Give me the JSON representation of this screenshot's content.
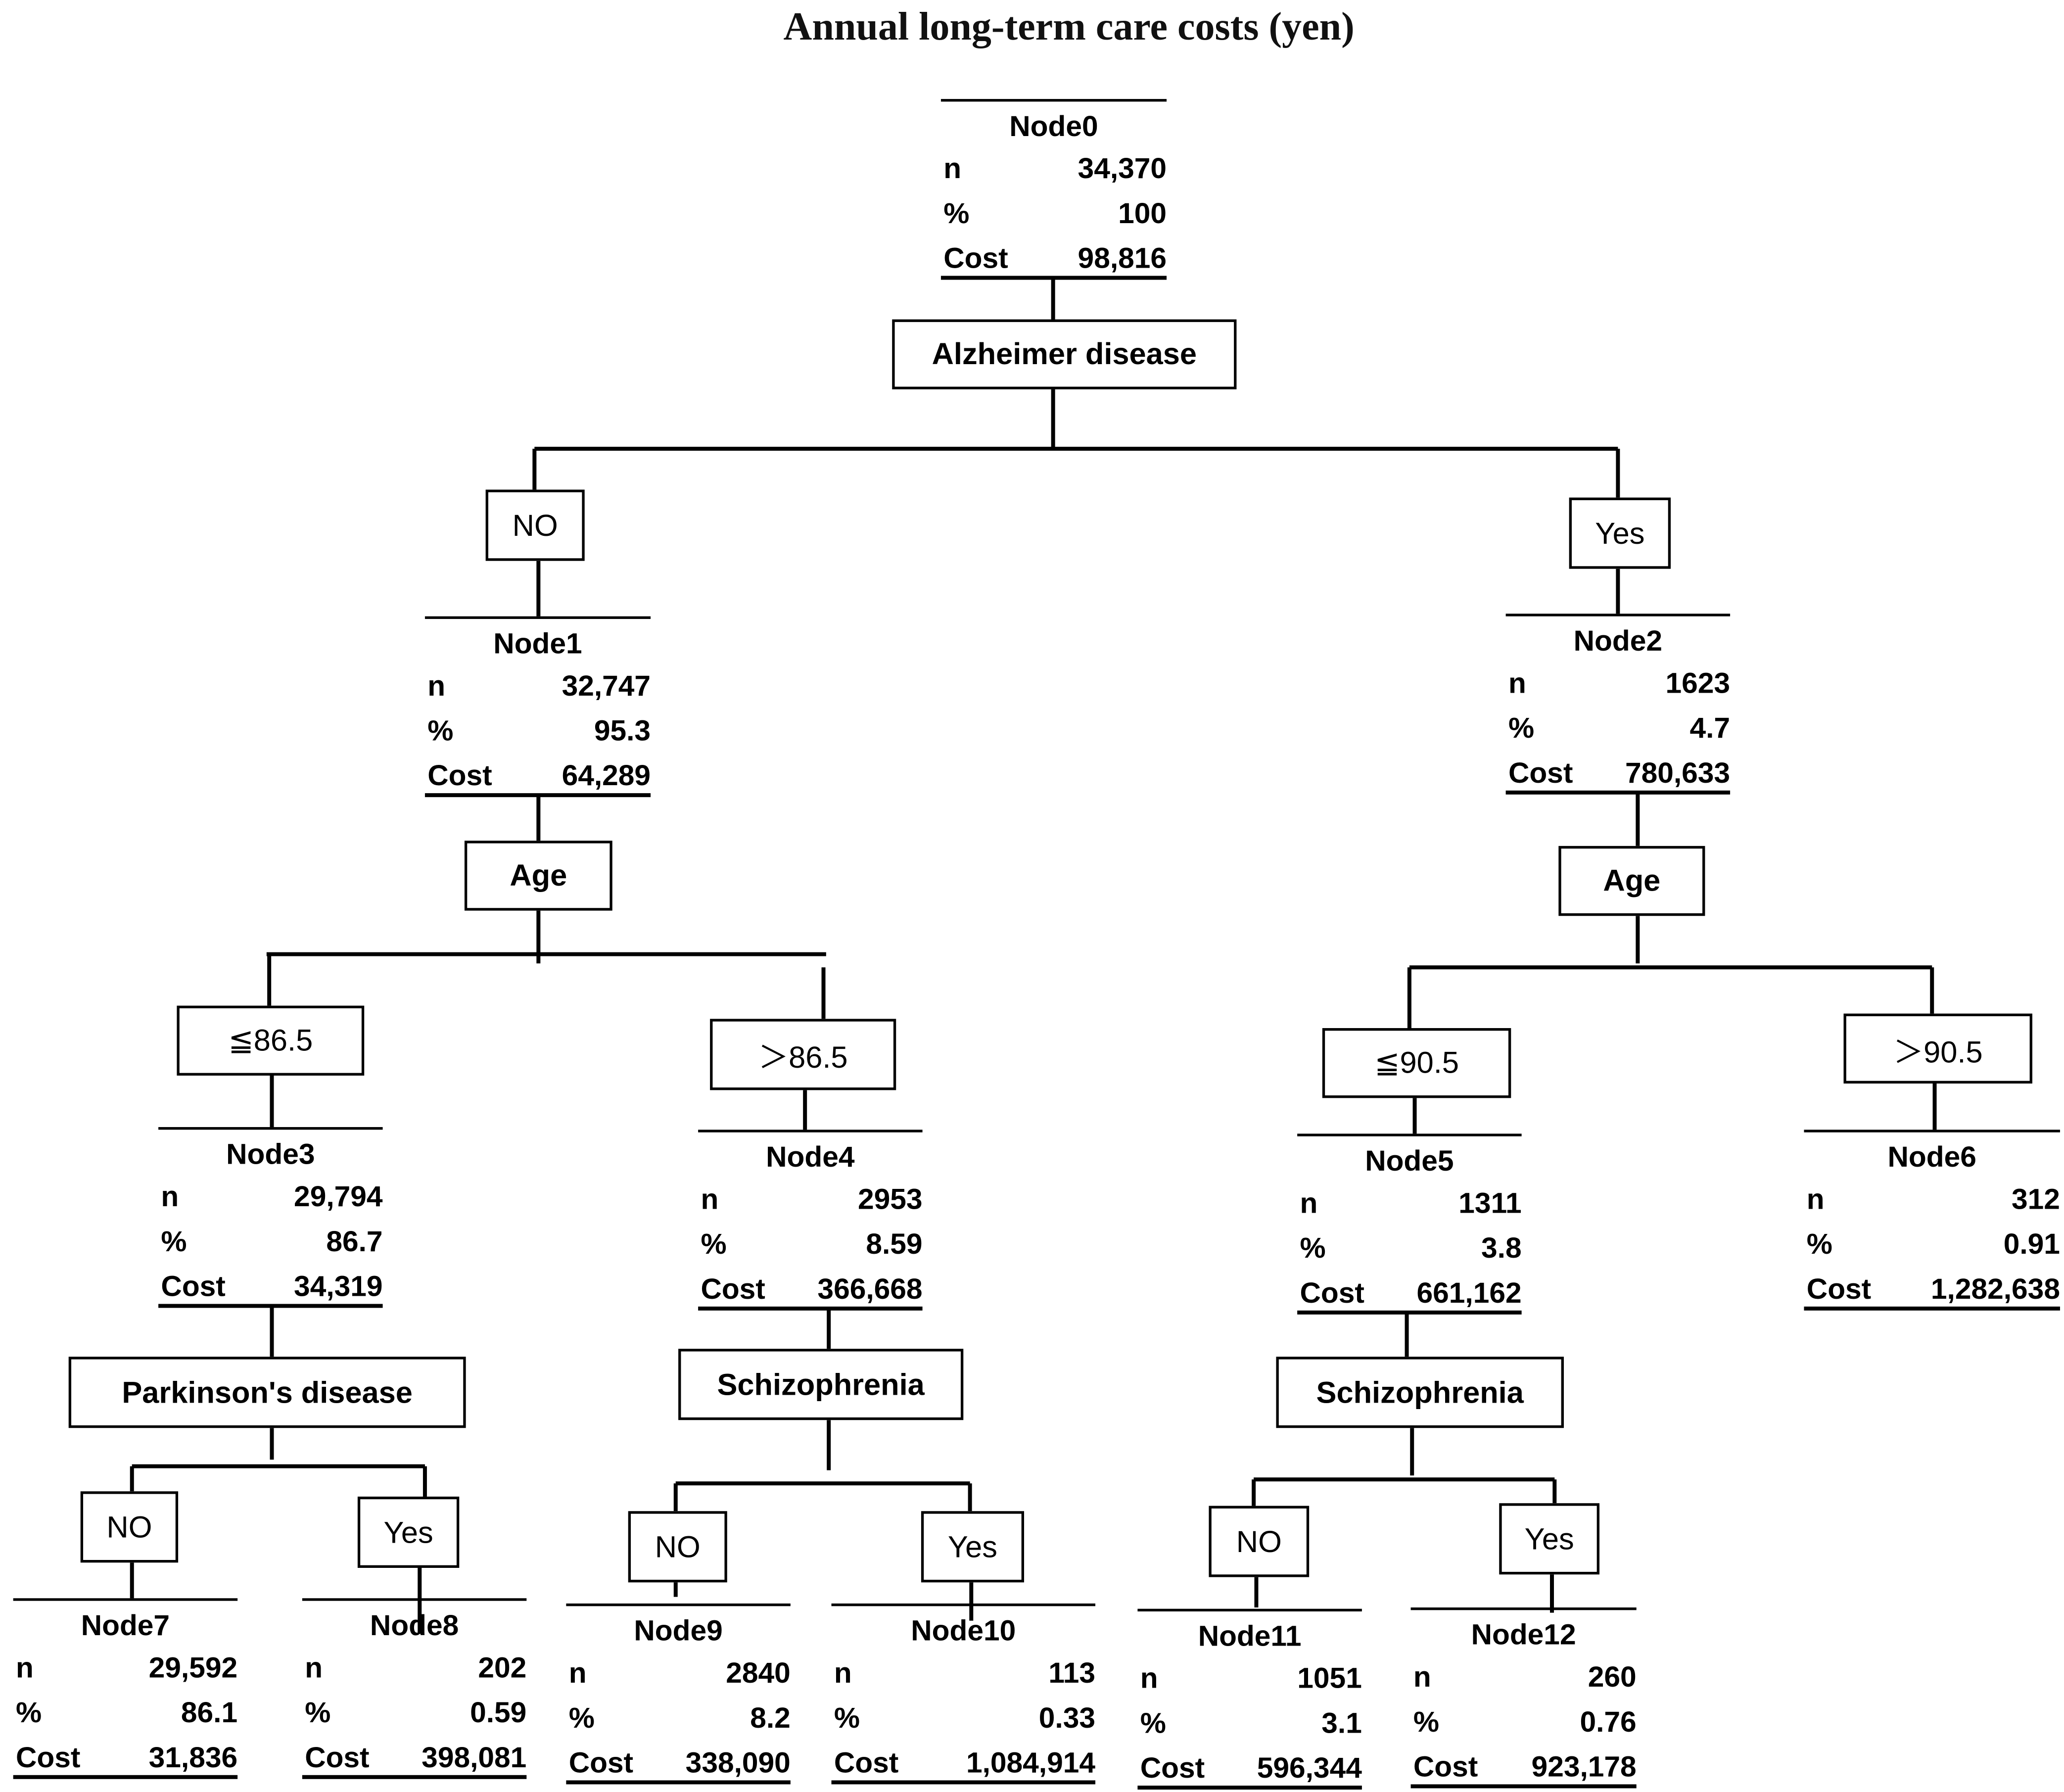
{
  "title": "Annual long-term care costs (yen)",
  "row_labels": {
    "n": "n",
    "pct": "%",
    "cost": "Cost"
  },
  "nodes": [
    {
      "name": "Node0",
      "n": "34,370",
      "pct": "100",
      "cost": "98,816"
    },
    {
      "name": "Node1",
      "n": "32,747",
      "pct": "95.3",
      "cost": "64,289"
    },
    {
      "name": "Node2",
      "n": "1623",
      "pct": "4.7",
      "cost": "780,633"
    },
    {
      "name": "Node3",
      "n": "29,794",
      "pct": "86.7",
      "cost": "34,319"
    },
    {
      "name": "Node4",
      "n": "2953",
      "pct": "8.59",
      "cost": "366,668"
    },
    {
      "name": "Node5",
      "n": "1311",
      "pct": "3.8",
      "cost": "661,162"
    },
    {
      "name": "Node6",
      "n": "312",
      "pct": "0.91",
      "cost": "1,282,638"
    },
    {
      "name": "Node7",
      "n": "29,592",
      "pct": "86.1",
      "cost": "31,836"
    },
    {
      "name": "Node8",
      "n": "202",
      "pct": "0.59",
      "cost": "398,081"
    },
    {
      "name": "Node9",
      "n": "2840",
      "pct": "8.2",
      "cost": "338,090"
    },
    {
      "name": "Node10",
      "n": "113",
      "pct": "0.33",
      "cost": "1,084,914"
    },
    {
      "name": "Node11",
      "n": "1051",
      "pct": "3.1",
      "cost": "596,344"
    },
    {
      "name": "Node12",
      "n": "260",
      "pct": "0.76",
      "cost": "923,178"
    }
  ],
  "splits": [
    {
      "label": "Alzheimer disease",
      "parent": "Node0"
    },
    {
      "label": "Age",
      "parent": "Node1"
    },
    {
      "label": "Age",
      "parent": "Node2"
    },
    {
      "label": "Parkinson's disease",
      "parent": "Node3"
    },
    {
      "label": "Schizophrenia",
      "parent": "Node4"
    },
    {
      "label": "Schizophrenia",
      "parent": "Node5"
    }
  ],
  "branches": [
    {
      "label": "NO",
      "child": "Node1"
    },
    {
      "label": "Yes",
      "child": "Node2"
    },
    {
      "label": "≦86.5",
      "child": "Node3"
    },
    {
      "label": "＞86.5",
      "child": "Node4"
    },
    {
      "label": "≦90.5",
      "child": "Node5"
    },
    {
      "label": "＞90.5",
      "child": "Node6"
    },
    {
      "label": "NO",
      "child": "Node7"
    },
    {
      "label": "Yes",
      "child": "Node8"
    },
    {
      "label": "NO",
      "child": "Node9"
    },
    {
      "label": "Yes",
      "child": "Node10"
    },
    {
      "label": "NO",
      "child": "Node11"
    },
    {
      "label": "Yes",
      "child": "Node12"
    }
  ]
}
